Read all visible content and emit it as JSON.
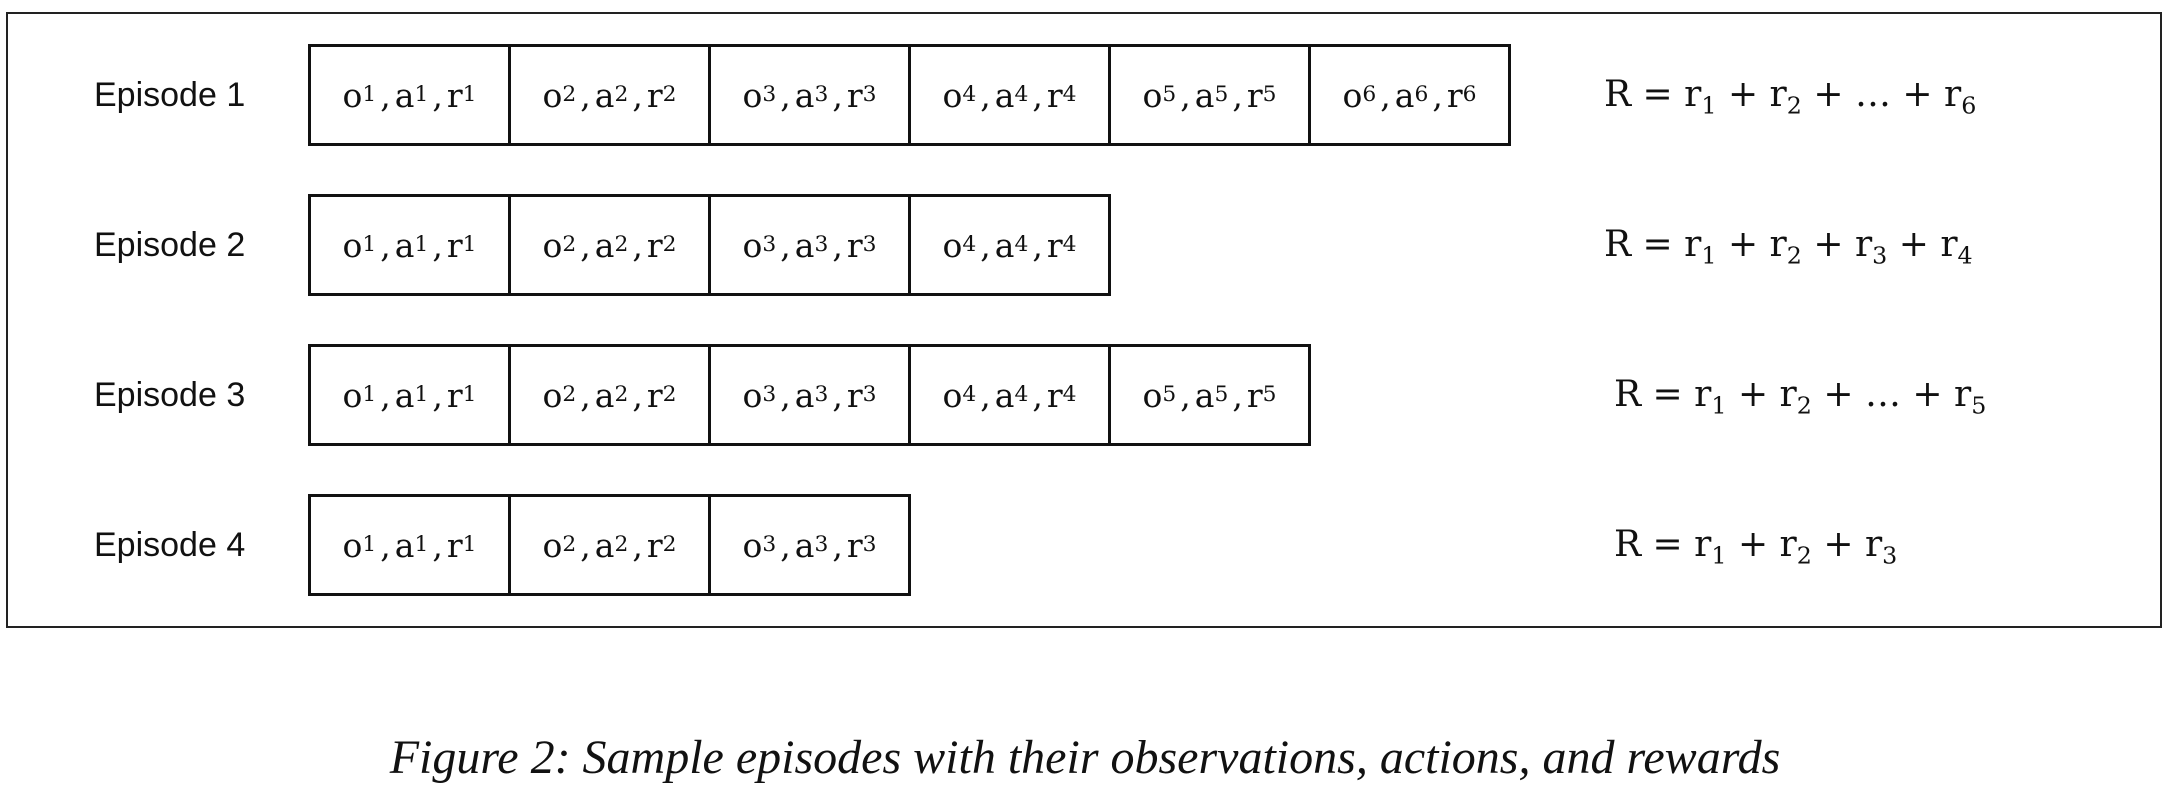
{
  "caption": "Figure 2: Sample episodes with their observations, actions, and rewards",
  "episodes": [
    {
      "label": "Episode 1",
      "steps": 6,
      "formula": [
        [
          "R = r",
          ""
        ],
        [
          "1",
          " + r"
        ],
        [
          "2",
          " + … + r"
        ],
        [
          "6",
          ""
        ]
      ]
    },
    {
      "label": "Episode 2",
      "steps": 4,
      "formula": [
        [
          "R = r",
          ""
        ],
        [
          "1",
          " + r"
        ],
        [
          "2",
          " + r"
        ],
        [
          "3",
          " + r"
        ],
        [
          "4",
          ""
        ]
      ]
    },
    {
      "label": "Episode 3",
      "steps": 5,
      "formula": [
        [
          "R = r",
          ""
        ],
        [
          "1",
          " + r"
        ],
        [
          "2",
          " + … + r"
        ],
        [
          "5",
          ""
        ]
      ]
    },
    {
      "label": "Episode 4",
      "steps": 3,
      "formula": [
        [
          "R = r",
          ""
        ],
        [
          "1",
          " + r"
        ],
        [
          "2",
          " + r"
        ],
        [
          "3",
          ""
        ]
      ]
    }
  ],
  "cell_symbols": {
    "obs": "o",
    "act": "a",
    "rew": "r",
    "sep": ","
  }
}
